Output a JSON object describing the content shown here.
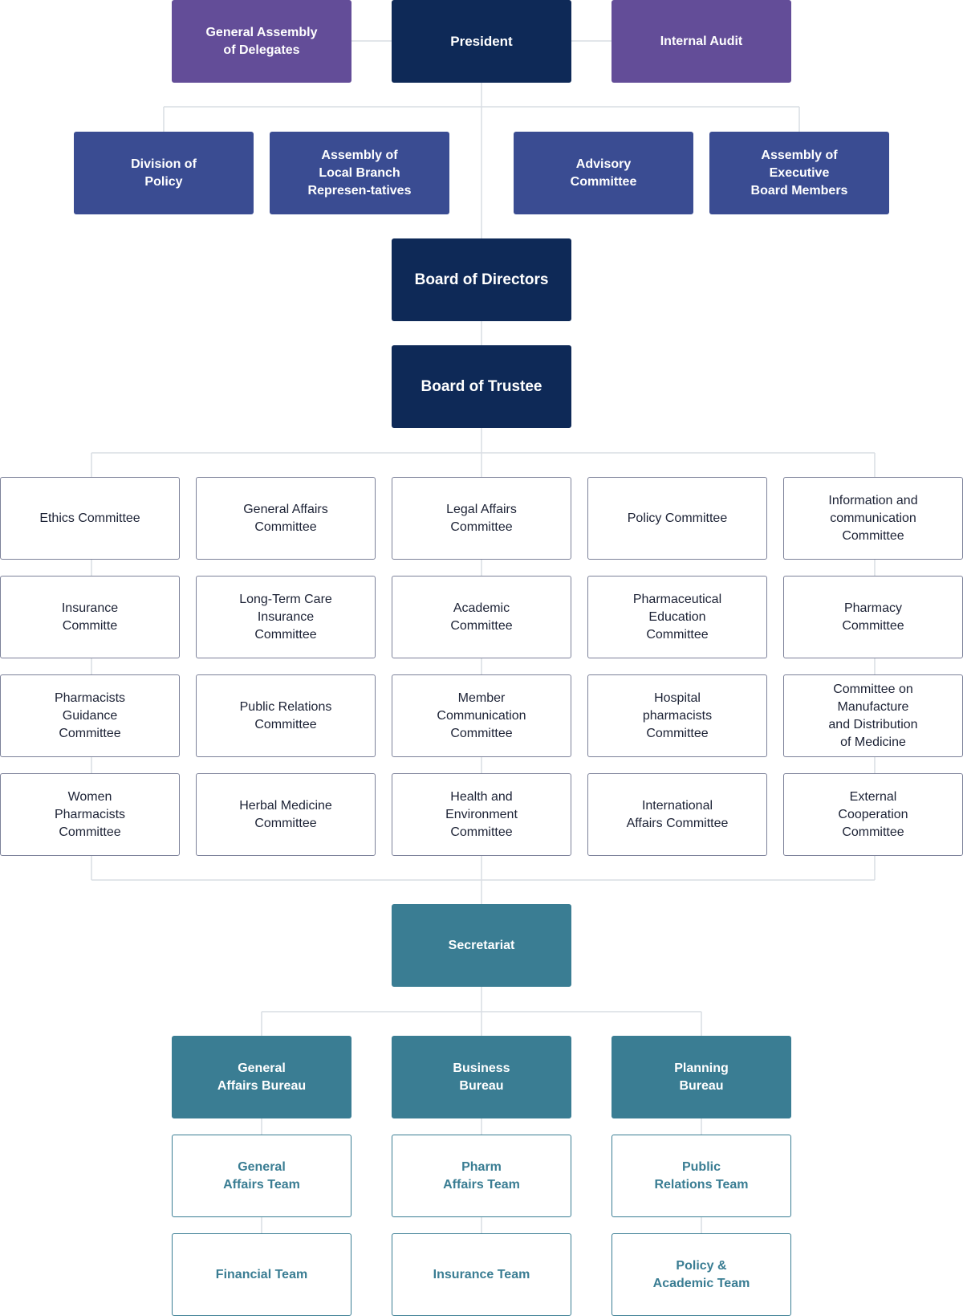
{
  "top": {
    "general_assembly": "General Assembly\nof Delegates",
    "president": "President",
    "internal_audit": "Internal Audit"
  },
  "advisory_row": {
    "division_policy": "Division of\nPolicy",
    "local_branch": "Assembly of\nLocal Branch\nRepresen-tatives",
    "advisory_committee": "Advisory\nCommittee",
    "executive_board": "Assembly of\nExecutive\nBoard Members"
  },
  "board_directors": "Board of Directors",
  "board_trustee": "Board of Trustee",
  "committees": [
    "Ethics Committee",
    "General Affairs\nCommittee",
    "Legal Affairs\nCommittee",
    "Policy Committee",
    "Information and\ncommunication\nCommittee",
    "Insurance\nCommitte",
    "Long-Term Care\nInsurance\nCommittee",
    "Academic\nCommittee",
    "Pharmaceutical\nEducation\nCommittee",
    "Pharmacy\nCommittee",
    "Pharmacists\nGuidance\nCommittee",
    "Public Relations\nCommittee",
    "Member\nCommunication\nCommittee",
    "Hospital\npharmacists\nCommittee",
    "Committee on\nManufacture\nand Distribution\nof Medicine",
    "Women\nPharmacists\nCommittee",
    "Herbal Medicine\nCommittee",
    "Health and\nEnvironment\nCommittee",
    "International\nAffairs Committee",
    "External\nCooperation\nCommittee"
  ],
  "secretariat": "Secretariat",
  "bureaus": [
    {
      "name": "General\nAffairs Bureau",
      "teams": [
        "General\nAffairs Team",
        "Financial Team"
      ]
    },
    {
      "name": "Business\nBureau",
      "teams": [
        "Pharm\nAffairs Team",
        "Insurance Team"
      ]
    },
    {
      "name": "Planning\nBureau",
      "teams": [
        "Public\nRelations Team",
        "Policy &\nAcademic Team"
      ]
    }
  ],
  "colors": {
    "purple": "#634d98",
    "navy": "#0e2957",
    "blue": "#3a4c92",
    "teal": "#3a7d93",
    "connector": "#d9dde3",
    "committee_border": "#7c8199"
  }
}
